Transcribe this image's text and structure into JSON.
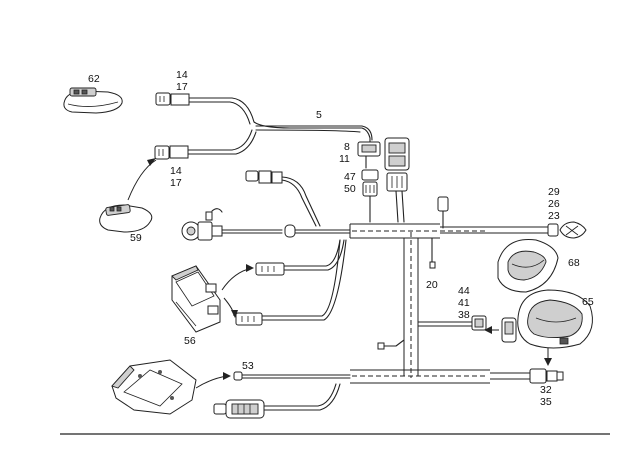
{
  "diagram": {
    "labels": {
      "p62": "62",
      "p14a": "14",
      "p17a": "17",
      "p5": "5",
      "p14b": "14",
      "p17b": "17",
      "p8": "8",
      "p11": "11",
      "p47": "47",
      "p50": "50",
      "p29": "29",
      "p26": "26",
      "p23": "23",
      "p59": "59",
      "p20": "20",
      "p68": "68",
      "p44": "44",
      "p41": "41",
      "p38": "38",
      "p65": "65",
      "p56": "56",
      "p53": "53",
      "p32": "32",
      "p35": "35"
    },
    "icons": {
      "lamp_62": "vehicle-lamp-icon",
      "lamp_59": "vehicle-lamp-icon",
      "ecu_56": "control-unit-icon",
      "bracket_53": "mounting-bracket-icon",
      "handle_68": "door-handle-icon",
      "handle_65": "door-handle-icon",
      "sensor_23": "sensor-icon",
      "switch_38": "switch-icon"
    }
  }
}
